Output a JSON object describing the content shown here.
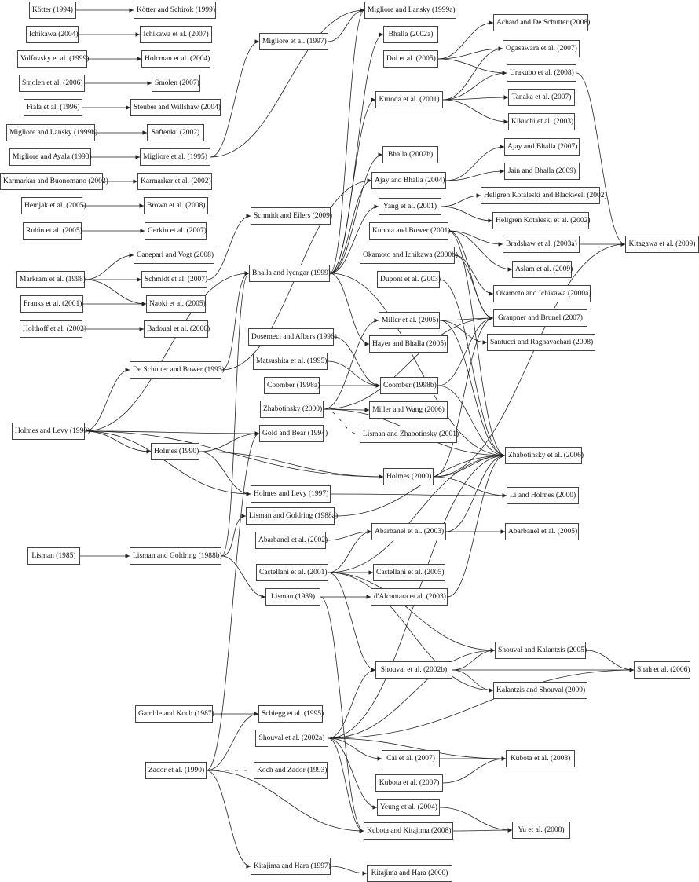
{
  "nodes": [
    {
      "id": "kotter1994",
      "label": "Kötter (1994)"
    },
    {
      "id": "kotterschirok1999",
      "label": "Kötter and Schirok (1999)"
    },
    {
      "id": "ichikawa2004",
      "label": "Ichikawa (2004)"
    },
    {
      "id": "ichikawa2007",
      "label": "Ichikawa et al. (2007)"
    },
    {
      "id": "volfovsky1999",
      "label": "Volfovsky et al. (1999)"
    },
    {
      "id": "holcman2004",
      "label": "Holcman et al. (2004)"
    },
    {
      "id": "smolen2006",
      "label": "Smolen et al. (2006)"
    },
    {
      "id": "smolen2007",
      "label": "Smolen (2007)"
    },
    {
      "id": "fiala1996",
      "label": "Fiala et al. (1996)"
    },
    {
      "id": "steuber2004",
      "label": "Steuber and Willshaw (2004)"
    },
    {
      "id": "migliorelansky1999b",
      "label": "Migliore and Lansky (1999b)"
    },
    {
      "id": "saftenku2002",
      "label": "Saftenku (2002)"
    },
    {
      "id": "migliore1993",
      "label": "Migliore and Ayala (1993)"
    },
    {
      "id": "migliore1995",
      "label": "Migliore et al. (1995)"
    },
    {
      "id": "karmarkarb2002",
      "label": "Karmarkar and Buonomano (2002)"
    },
    {
      "id": "karmarkar2002",
      "label": "Karmarkar et al. (2002)"
    },
    {
      "id": "hemjak2005",
      "label": "Hemjak et al. (2005)"
    },
    {
      "id": "brown2008",
      "label": "Brown et al. (2008)"
    },
    {
      "id": "rubin2005",
      "label": "Rubin et al. (2005)"
    },
    {
      "id": "gerkin2007",
      "label": "Gerkin et al. (2007)"
    },
    {
      "id": "canepari2008",
      "label": "Canepari and Vogt (2008)"
    },
    {
      "id": "markram1998",
      "label": "Markram et al. (1998)"
    },
    {
      "id": "schmidt2007",
      "label": "Schmidt et al. (2007)"
    },
    {
      "id": "franks2001",
      "label": "Franks et al. (2001)"
    },
    {
      "id": "naoki2005",
      "label": "Naoki et al. (2005)"
    },
    {
      "id": "holthoff2002",
      "label": "Holthoff et al. (2002)"
    },
    {
      "id": "badoual2006",
      "label": "Badoual et al. (2006)"
    },
    {
      "id": "migliore1997",
      "label": "Migliore et al. (1997)"
    },
    {
      "id": "migliorelansky1999a",
      "label": "Migliore and Lansky (1999a)"
    },
    {
      "id": "bhalla2002a",
      "label": "Bhalla (2002a)"
    },
    {
      "id": "doi2005",
      "label": "Doi et al. (2005)"
    },
    {
      "id": "achard2008",
      "label": "Achard and De Schutter (2008)"
    },
    {
      "id": "ogasawara2007",
      "label": "Ogasawara et al. (2007)"
    },
    {
      "id": "urakubo2008",
      "label": "Urakubo et al. (2008)"
    },
    {
      "id": "kuroda2001",
      "label": "Kuroda et al. (2001)"
    },
    {
      "id": "tanaka2007",
      "label": "Tanaka et al. (2007)"
    },
    {
      "id": "kikuchi2003",
      "label": "Kikuchi et al. (2003)"
    },
    {
      "id": "bhalla2002b",
      "label": "Bhalla (2002b)"
    },
    {
      "id": "ajaybhalla2007",
      "label": "Ajay and Bhalla (2007)"
    },
    {
      "id": "ajaybhalla2004",
      "label": "Ajay and Bhalla (2004)"
    },
    {
      "id": "jainbhalla2009",
      "label": "Jain and Bhalla (2009)"
    },
    {
      "id": "schmidteilers2009",
      "label": "Schmidt and Eilers (2009)"
    },
    {
      "id": "yang2001",
      "label": "Yang et al. (2001)"
    },
    {
      "id": "hellgren2002a",
      "label": "Hellgren Kotaleski and Blackwell (2002)"
    },
    {
      "id": "hellgren2002b",
      "label": "Hellgren Kotaleski et al. (2002)"
    },
    {
      "id": "kubotabower2001",
      "label": "Kubota and Bower (2001)"
    },
    {
      "id": "bradshaw2003a",
      "label": "Bradshaw et al. (2003a)"
    },
    {
      "id": "kitagawa2009",
      "label": "Kitagawa et al. (2009)"
    },
    {
      "id": "bhallaiyengar1999",
      "label": "Bhalla and Iyengar (1999)"
    },
    {
      "id": "okamoto2000b",
      "label": "Okamoto and Ichikawa (2000b)"
    },
    {
      "id": "aslam2009",
      "label": "Aslam et al. (2009)"
    },
    {
      "id": "dupont2003",
      "label": "Dupont et al. (2003)"
    },
    {
      "id": "okamoto2000a",
      "label": "Okamoto and Ichikawa (2000a)"
    },
    {
      "id": "miller2005",
      "label": "Miller et al. (2005)"
    },
    {
      "id": "graupner2007",
      "label": "Graupner and Brunel (2007)"
    },
    {
      "id": "dosemeci1996",
      "label": "Dosemeci and Albers (1996)"
    },
    {
      "id": "hayerbhalla2005",
      "label": "Hayer and Bhalla (2005)"
    },
    {
      "id": "santucci2008",
      "label": "Santucci and Raghavachari (2008)"
    },
    {
      "id": "deschutter1993",
      "label": "De Schutter and Bower (1993)"
    },
    {
      "id": "matsushita1995",
      "label": "Matsushita et al. (1995)"
    },
    {
      "id": "coomber1998a",
      "label": "Coomber (1998a)"
    },
    {
      "id": "coomber1998b",
      "label": "Coomber (1998b)"
    },
    {
      "id": "zhabotinsky2000",
      "label": "Zhabotinsky (2000)"
    },
    {
      "id": "millerwang2006",
      "label": "Miller and Wang (2006)"
    },
    {
      "id": "holmeslevy1990",
      "label": "Holmes and Levy (1990)"
    },
    {
      "id": "goldbear1994",
      "label": "Gold and Bear (1994)"
    },
    {
      "id": "lismanzhabotinsky2001",
      "label": "Lisman and Zhabotinsky (2001)"
    },
    {
      "id": "holmes1990",
      "label": "Holmes (1990)"
    },
    {
      "id": "zhabotinsky2006",
      "label": "Zhabotinsky et al. (2006)"
    },
    {
      "id": "holmes2000",
      "label": "Holmes (2000)"
    },
    {
      "id": "holmeslevy1997",
      "label": "Holmes and Levy (1997)"
    },
    {
      "id": "liholmes2000",
      "label": "Li and Holmes (2000)"
    },
    {
      "id": "lismangoldring1988a",
      "label": "Lisman and Goldring (1988a)"
    },
    {
      "id": "abarbanel2002",
      "label": "Abarbanel et al. (2002)"
    },
    {
      "id": "abarbanel2003",
      "label": "Abarbanel et al. (2003)"
    },
    {
      "id": "abarbanel2005",
      "label": "Abarbanel et al. (2005)"
    },
    {
      "id": "lisman1985",
      "label": "Lisman (1985)"
    },
    {
      "id": "lismangoldring1988b",
      "label": "Lisman and Goldring (1988b)"
    },
    {
      "id": "castellani2001",
      "label": "Castellani et al. (2001)"
    },
    {
      "id": "castellani2005",
      "label": "Castellani et al. (2005)"
    },
    {
      "id": "lisman1989",
      "label": "Lisman (1989)"
    },
    {
      "id": "dalcantara2003",
      "label": "d'Alcantara et al. (2003)"
    },
    {
      "id": "shouvalkalantzis2005",
      "label": "Shouval and Kalantzis (2005)"
    },
    {
      "id": "shouval2002b",
      "label": "Shouval et al. (2002b)"
    },
    {
      "id": "shah2006",
      "label": "Shah et al. (2006)"
    },
    {
      "id": "kalantzis2009",
      "label": "Kalantzis and Shouval (2009)"
    },
    {
      "id": "gamblekoch1987",
      "label": "Gamble and Koch (1987)"
    },
    {
      "id": "schiegg1995",
      "label": "Schiegg et al. (1995)"
    },
    {
      "id": "shouval2002a",
      "label": "Shouval et al. (2002a)"
    },
    {
      "id": "cai2007",
      "label": "Cai et al. (2007)"
    },
    {
      "id": "kubota2008",
      "label": "Kubota et al. (2008)"
    },
    {
      "id": "zador1990",
      "label": "Zador et al. (1990)"
    },
    {
      "id": "kochzador1993",
      "label": "Koch and Zador (1993)"
    },
    {
      "id": "kubota2007",
      "label": "Kubota et al. (2007)"
    },
    {
      "id": "yeung2004",
      "label": "Yeung et al. (2004)"
    },
    {
      "id": "kubotakitajima2008",
      "label": "Kubota and Kitajima (2008)"
    },
    {
      "id": "yu2008",
      "label": "Yu et al. (2008)"
    },
    {
      "id": "kitajimahara1997",
      "label": "Kitajima and Hara (1997)"
    },
    {
      "id": "kitajimahara2000",
      "label": "Kitajima and Hara (2000)"
    }
  ],
  "edges": [
    [
      "kotter1994",
      "kotterschirok1999"
    ],
    [
      "ichikawa2004",
      "ichikawa2007"
    ],
    [
      "volfovsky1999",
      "holcman2004"
    ],
    [
      "smolen2006",
      "smolen2007"
    ],
    [
      "fiala1996",
      "steuber2004"
    ],
    [
      "migliorelansky1999b",
      "saftenku2002"
    ],
    [
      "migliore1993",
      "migliore1995"
    ],
    [
      "karmarkarb2002",
      "karmarkar2002"
    ],
    [
      "hemjak2005",
      "brown2008"
    ],
    [
      "rubin2005",
      "gerkin2007"
    ],
    [
      "markram1998",
      "canepari2008"
    ],
    [
      "markram1998",
      "schmidt2007"
    ],
    [
      "markram1998",
      "naoki2005"
    ],
    [
      "franks2001",
      "naoki2005"
    ],
    [
      "holthoff2002",
      "badoual2006"
    ],
    [
      "migliore1995",
      "migliore1997"
    ],
    [
      "migliore1995",
      "migliorelansky1999a"
    ],
    [
      "migliore1997",
      "migliorelansky1999a"
    ],
    [
      "schmidt2007",
      "schmidteilers2009"
    ],
    [
      "doi2005",
      "achard2008"
    ],
    [
      "doi2005",
      "ogasawara2007"
    ],
    [
      "doi2005",
      "urakubo2008"
    ],
    [
      "kuroda2001",
      "ogasawara2007"
    ],
    [
      "kuroda2001",
      "urakubo2008"
    ],
    [
      "kuroda2001",
      "tanaka2007"
    ],
    [
      "kuroda2001",
      "kikuchi2003"
    ],
    [
      "bhallaiyengar1999",
      "migliorelansky1999a"
    ],
    [
      "bhallaiyengar1999",
      "bhalla2002a"
    ],
    [
      "bhallaiyengar1999",
      "kuroda2001"
    ],
    [
      "bhallaiyengar1999",
      "bhalla2002b"
    ],
    [
      "bhallaiyengar1999",
      "ajaybhalla2004"
    ],
    [
      "bhallaiyengar1999",
      "yang2001"
    ],
    [
      "bhallaiyengar1999",
      "hayerbhalla2005"
    ],
    [
      "bhallaiyengar1999",
      "zhabotinsky2006"
    ],
    [
      "ajaybhalla2004",
      "ajaybhalla2007"
    ],
    [
      "ajaybhalla2004",
      "jainbhalla2009"
    ],
    [
      "yang2001",
      "hellgren2002a"
    ],
    [
      "yang2001",
      "hellgren2002b"
    ],
    [
      "kubotabower2001",
      "bradshaw2003a"
    ],
    [
      "kubotabower2001",
      "aslam2009"
    ],
    [
      "kubotabower2001",
      "graupner2007"
    ],
    [
      "kubotabower2001",
      "zhabotinsky2006"
    ],
    [
      "bradshaw2003a",
      "kitagawa2009"
    ],
    [
      "urakubo2008",
      "kitagawa2009"
    ],
    [
      "okamoto2000b",
      "okamoto2000a"
    ],
    [
      "okamoto2000b",
      "graupner2007"
    ],
    [
      "dupont2003",
      "zhabotinsky2006"
    ],
    [
      "miller2005",
      "graupner2007"
    ],
    [
      "miller2005",
      "santucci2008"
    ],
    [
      "miller2005",
      "zhabotinsky2006"
    ],
    [
      "deschutter1993",
      "bhallaiyengar1999"
    ],
    [
      "deschutter1993",
      "ajaybhalla2004"
    ],
    [
      "dosemeci1996",
      "coomber1998b"
    ],
    [
      "matsushita1995",
      "coomber1998b"
    ],
    [
      "coomber1998a",
      "coomber1998b"
    ],
    [
      "coomber1998b",
      "graupner2007"
    ],
    [
      "coomber1998b",
      "zhabotinsky2006"
    ],
    [
      "zhabotinsky2000",
      "miller2005"
    ],
    [
      "zhabotinsky2000",
      "millerwang2006"
    ],
    [
      "zhabotinsky2000",
      "zhabotinsky2006"
    ],
    [
      "zhabotinsky2000",
      "graupner2007"
    ],
    [
      "holmeslevy1990",
      "goldbear1994"
    ],
    [
      "holmeslevy1990",
      "holmes1990"
    ],
    [
      "holmeslevy1990",
      "holmeslevy1997"
    ],
    [
      "holmeslevy1990",
      "holmes2000"
    ],
    [
      "holmeslevy1990",
      "deschutter1993"
    ],
    [
      "holmeslevy1990",
      "bhallaiyengar1999"
    ],
    [
      "holmes1990",
      "goldbear1994"
    ],
    [
      "holmes1990",
      "holmes2000"
    ],
    [
      "holmes1990",
      "holmeslevy1997"
    ],
    [
      "holmes2000",
      "zhabotinsky2006"
    ],
    [
      "holmes2000",
      "liholmes2000"
    ],
    [
      "holmes2000",
      "kitagawa2009"
    ],
    [
      "holmes2000",
      "graupner2007"
    ],
    [
      "holmeslevy1997",
      "liholmes2000"
    ],
    [
      "lismangoldring1988b",
      "lismangoldring1988a"
    ],
    [
      "lismangoldring1988b",
      "lisman1989"
    ],
    [
      "lismangoldring1988b",
      "bhallaiyengar1999"
    ],
    [
      "lisman1985",
      "lismangoldring1988b"
    ],
    [
      "lismangoldring1988a",
      "zhabotinsky2006"
    ],
    [
      "abarbanel2002",
      "abarbanel2003"
    ],
    [
      "abarbanel2003",
      "abarbanel2005"
    ],
    [
      "abarbanel2003",
      "zhabotinsky2006"
    ],
    [
      "castellani2001",
      "castellani2005"
    ],
    [
      "castellani2001",
      "abarbanel2003"
    ],
    [
      "castellani2001",
      "shouval2002b"
    ],
    [
      "castellani2001",
      "shouvalkalantzis2005"
    ],
    [
      "castellani2001",
      "kalantzis2009"
    ],
    [
      "castellani2001",
      "zhabotinsky2006"
    ],
    [
      "lisman1989",
      "dalcantara2003"
    ],
    [
      "lisman1989",
      "kubotakitajima2008"
    ],
    [
      "dalcantara2003",
      "zhabotinsky2006"
    ],
    [
      "shouval2002b",
      "shouvalkalantzis2005"
    ],
    [
      "shouval2002b",
      "shah2006"
    ],
    [
      "shouval2002b",
      "kalantzis2009"
    ],
    [
      "shouvalkalantzis2005",
      "shah2006"
    ],
    [
      "shouval2002a",
      "shouval2002b"
    ],
    [
      "shouval2002a",
      "shah2006"
    ],
    [
      "shouval2002a",
      "cai2007"
    ],
    [
      "shouval2002a",
      "kubota2008"
    ],
    [
      "shouval2002a",
      "yeung2004"
    ],
    [
      "shouval2002a",
      "kubotakitajima2008"
    ],
    [
      "shouval2002a",
      "zhabotinsky2006"
    ],
    [
      "shouval2002a",
      "shouvalkalantzis2005"
    ],
    [
      "gamblekoch1987",
      "schiegg1995"
    ],
    [
      "cai2007",
      "kubota2008"
    ],
    [
      "kubota2007",
      "kubota2008"
    ],
    [
      "yeung2004",
      "yu2008"
    ],
    [
      "zador1990",
      "goldbear1994"
    ],
    [
      "zador1990",
      "schiegg1995"
    ],
    [
      "zador1990",
      "kubotakitajima2008"
    ],
    [
      "zador1990",
      "kitajimahara1997"
    ],
    [
      "kitajimahara1997",
      "kitajimahara2000"
    ],
    [
      "kubotakitajima2008",
      "yu2008"
    ]
  ],
  "dashed_edges": [
    [
      "zhabotinsky2000",
      "lismanzhabotinsky2001"
    ],
    [
      "zador1990",
      "kochzador1993"
    ]
  ]
}
